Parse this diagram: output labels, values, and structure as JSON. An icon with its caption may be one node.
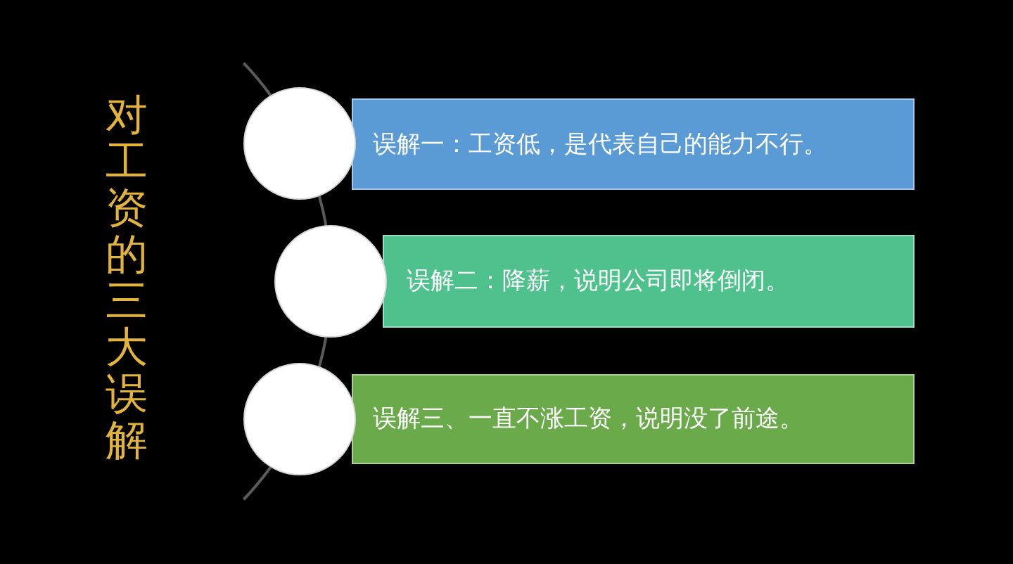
{
  "diagram": {
    "title": "对工资的三大误解",
    "nodes": [
      {
        "text": [],
        "shape": "circle"
      },
      {
        "text": [
          "误解一：工资低，是代表自己的能力不行。"
        ]
      },
      {
        "text": [],
        "shape": "circle"
      },
      {
        "text": [
          "误解二：降薪，说明公司即将倒闭。"
        ]
      },
      {
        "text": [],
        "shape": "circle"
      },
      {
        "text": [
          "误解三、一直不涨工资，说明没了前途。"
        ]
      }
    ],
    "edges": [
      {
        "from": null,
        "to": 0,
        "arrow": "none"
      },
      {
        "from": 0,
        "to": 2,
        "arrow": "none"
      },
      {
        "from": 2,
        "to": 4,
        "arrow": "none"
      },
      {
        "from": 4,
        "to": null,
        "arrow": "none"
      }
    ]
  }
}
